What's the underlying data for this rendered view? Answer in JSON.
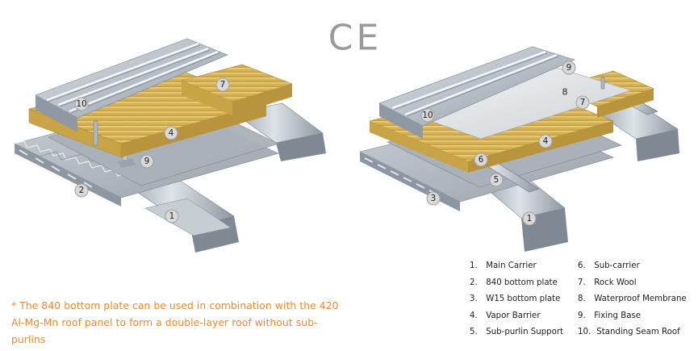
{
  "ce_mark": "CE",
  "note": "* The 840 bottom plate can be used in combination with the 420 Al-Mg-Mn roof panel to form a double-layer roof without sub-purlins",
  "legend": {
    "left": [
      {
        "num": "1.",
        "label": "Main Carrier"
      },
      {
        "num": "2.",
        "label": "840 bottom plate"
      },
      {
        "num": "3.",
        "label": "W15 bottom plate"
      },
      {
        "num": "4.",
        "label": "Vapor Barrier"
      },
      {
        "num": "5.",
        "label": "Sub-purlin Support"
      }
    ],
    "right": [
      {
        "num": "6.",
        "label": "Sub-carrier"
      },
      {
        "num": "7.",
        "label": "Rock Wool"
      },
      {
        "num": "8.",
        "label": "Waterproof Membrane"
      },
      {
        "num": "9.",
        "label": "Fixing Base"
      },
      {
        "num": "10.",
        "label": "Standing Seam Roof"
      }
    ]
  },
  "callouts_left": [
    "10",
    "7",
    "4",
    "9",
    "2",
    "1"
  ],
  "callouts_right": [
    "9",
    "8",
    "7",
    "10",
    "4",
    "6",
    "5",
    "3",
    "1"
  ],
  "colors": {
    "note_text": "#f08a2c",
    "rock_wool": "#d9b85a",
    "steel": "#b4bcc6",
    "ce_mark": "#9a9a9a"
  }
}
